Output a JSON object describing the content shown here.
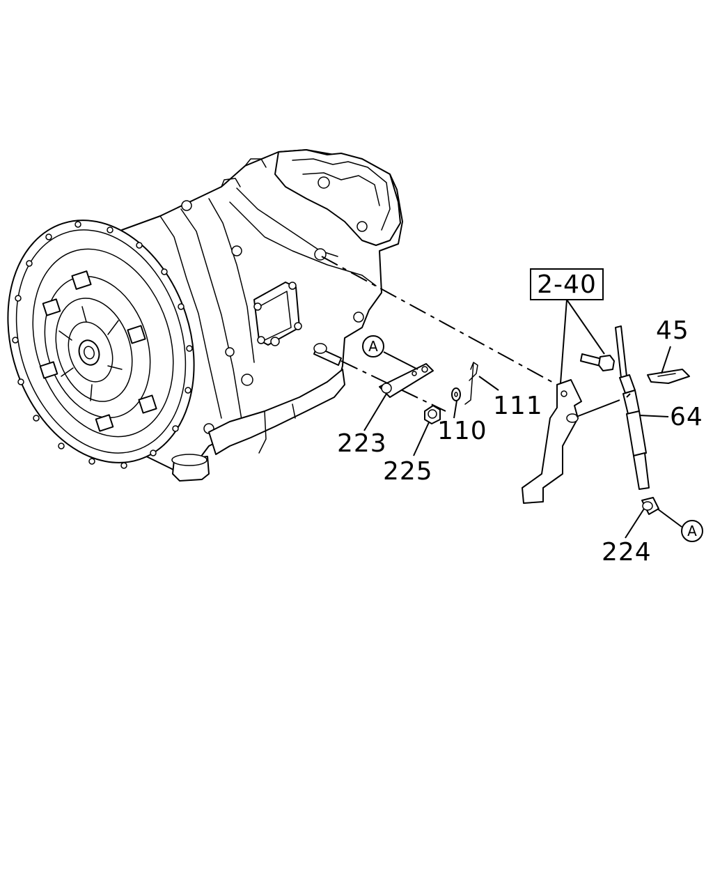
{
  "diagram": {
    "ref_box_label": "2-40",
    "parts": [
      {
        "id": "45",
        "label": "45"
      },
      {
        "id": "64",
        "label": "64"
      },
      {
        "id": "110",
        "label": "110"
      },
      {
        "id": "111",
        "label": "111"
      },
      {
        "id": "223",
        "label": "223"
      },
      {
        "id": "224",
        "label": "224"
      },
      {
        "id": "225",
        "label": "225"
      }
    ],
    "connector_marks": [
      {
        "id": "a-top",
        "letter": "A"
      },
      {
        "id": "a-right",
        "letter": "A"
      }
    ]
  }
}
